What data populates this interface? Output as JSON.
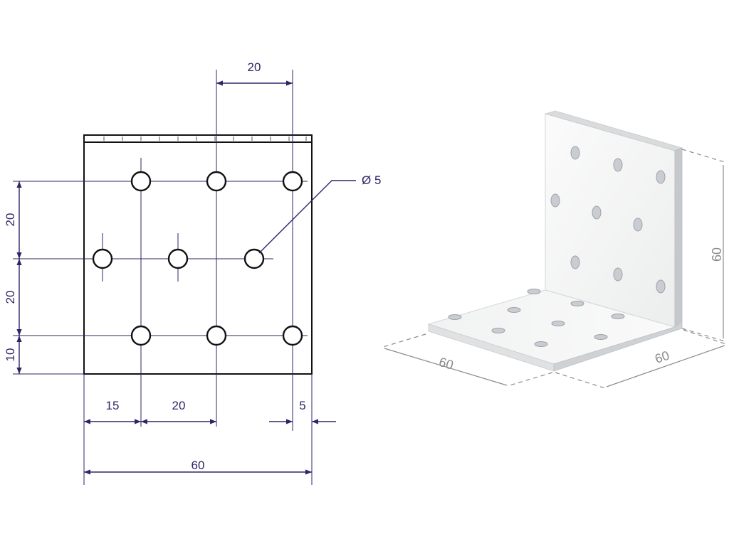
{
  "drawing": {
    "dimensions": {
      "top_spacing": "20",
      "hole_diameter": "Ø 5",
      "v_upper": "20",
      "v_middle": "20",
      "v_lower": "10",
      "h_left": "15",
      "h_middle": "20",
      "h_right": "5",
      "overall_width": "60"
    },
    "isometric": {
      "height": "60",
      "depth": "60",
      "width": "60"
    }
  },
  "colors": {
    "dimension": "#2e2566",
    "outline": "#111111",
    "iso_label": "#8a8a8a",
    "iso_face_light": "#f7f7f7",
    "iso_face_shade": "#e6e7e9"
  }
}
